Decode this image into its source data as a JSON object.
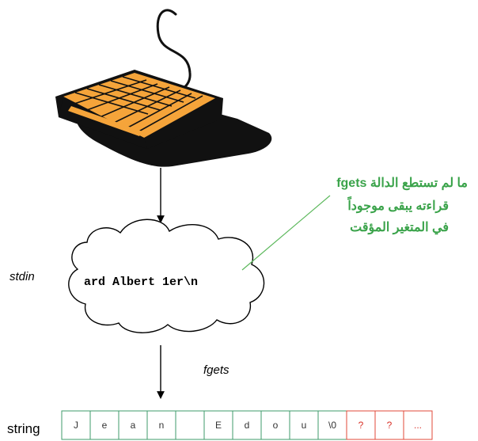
{
  "labels": {
    "stdin": "stdin",
    "buffer_content": "ard Albert 1er\\n",
    "fgets": "fgets",
    "string": "string"
  },
  "note": {
    "line1": "ما لم تستطع الدالة fgets",
    "line2": "قراءته يبقى موجوداً",
    "line3": "في المتغير  المؤقت"
  },
  "string_cells": [
    {
      "text": "J",
      "kind": "normal"
    },
    {
      "text": "e",
      "kind": "normal"
    },
    {
      "text": "a",
      "kind": "normal"
    },
    {
      "text": "n",
      "kind": "normal"
    },
    {
      "text": "",
      "kind": "normal"
    },
    {
      "text": "E",
      "kind": "normal"
    },
    {
      "text": "d",
      "kind": "normal"
    },
    {
      "text": "o",
      "kind": "normal"
    },
    {
      "text": "u",
      "kind": "normal"
    },
    {
      "text": "\\0",
      "kind": "normal"
    },
    {
      "text": "?",
      "kind": "unknown"
    },
    {
      "text": "?",
      "kind": "unknown"
    },
    {
      "text": "...",
      "kind": "unknown"
    }
  ],
  "colors": {
    "keyboard_keys": "#f5a43a",
    "keyboard_body": "#111111",
    "note_text": "#3aa34a",
    "note_leader": "#5cb85c",
    "cell_border_normal": "#3f9b6b",
    "cell_border_unknown": "#e0483a",
    "text_unknown": "#d9332a",
    "text_normal": "#333333"
  },
  "icons": {
    "keyboard": "keyboard-icon",
    "cloud": "stdin-buffer-cloud"
  }
}
